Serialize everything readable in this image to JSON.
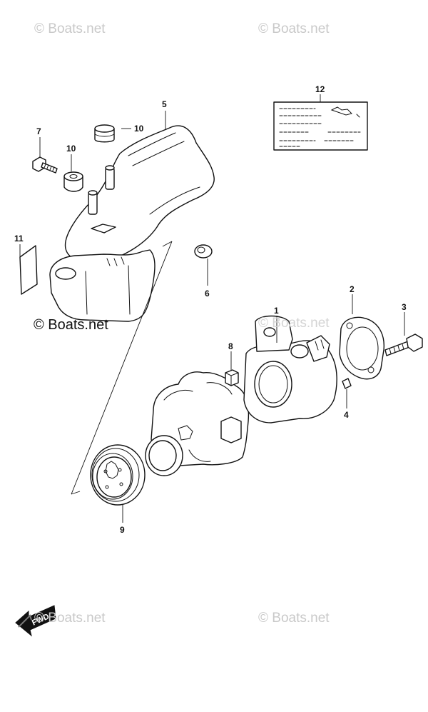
{
  "watermarks": {
    "top_left": "© Boats.net",
    "top_right": "© Boats.net",
    "middle": "© Boats.net",
    "right_mid": "© Boats.net",
    "bottom_left": "© Boats.net",
    "bottom_right": "© Boats.net"
  },
  "callouts": {
    "p1": "1",
    "p2": "2",
    "p3": "3",
    "p4": "4",
    "p5": "5",
    "p6": "6",
    "p7": "7",
    "p8": "8",
    "p9": "9",
    "p10a": "10",
    "p10b": "10",
    "p11": "11",
    "p12": "12"
  },
  "fwd_label": "FWD"
}
